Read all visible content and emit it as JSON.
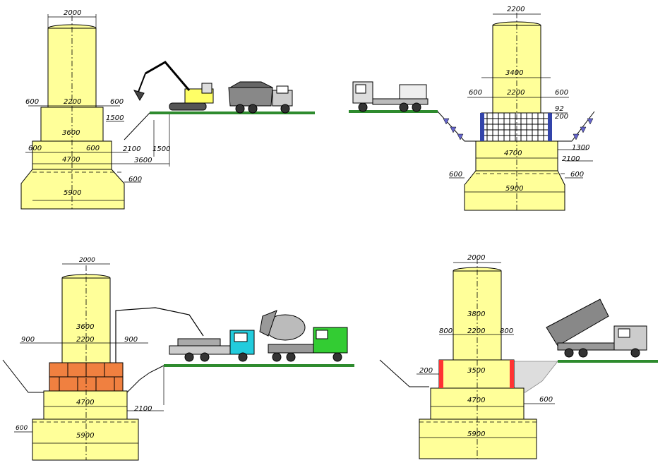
{
  "colors": {
    "concrete": "#ffff99",
    "ground": "#2e8b2e",
    "brick": "#f08040",
    "grid": "#000000",
    "gravel": "#dddddd",
    "fill_red": "#ff3333",
    "cab_cyan": "#22ccdd",
    "cab_green": "#33cc33"
  },
  "panel1": {
    "d_top": "2000",
    "d_600_left": "600",
    "d_2200": "2200",
    "d_600_right": "600",
    "d_1500": "1500",
    "d_3600": "3600",
    "d_600b_left": "600",
    "d_600b_right": "600",
    "d_2100": "2100",
    "d_1500b": "1500",
    "d_4700": "4700",
    "d_3600b": "3600",
    "d_600c": "600",
    "d_5900": "5900"
  },
  "panel2": {
    "d_top": "2200",
    "d_3400": "3400",
    "d_600_left": "600",
    "d_2200": "2200",
    "d_600_right": "600",
    "d_92": "92",
    "d_200": "200",
    "d_4700": "4700",
    "d_1300": "1300",
    "d_2100": "2100",
    "d_600_l": "600",
    "d_600_r": "600",
    "d_5900": "5900"
  },
  "panel3": {
    "d_top": "2000",
    "d_3600": "3600",
    "d_900_l": "900",
    "d_2200": "2200",
    "d_900_r": "900",
    "d_4700": "4700",
    "d_2100": "2100",
    "d_600": "600",
    "d_5900": "5900"
  },
  "panel4": {
    "d_top": "2000",
    "d_3800": "3800",
    "d_800_l": "800",
    "d_2200": "2200",
    "d_800_r": "800",
    "d_200": "200",
    "d_3500": "3500",
    "d_4700": "4700",
    "d_600": "600",
    "d_5900": "5900"
  }
}
